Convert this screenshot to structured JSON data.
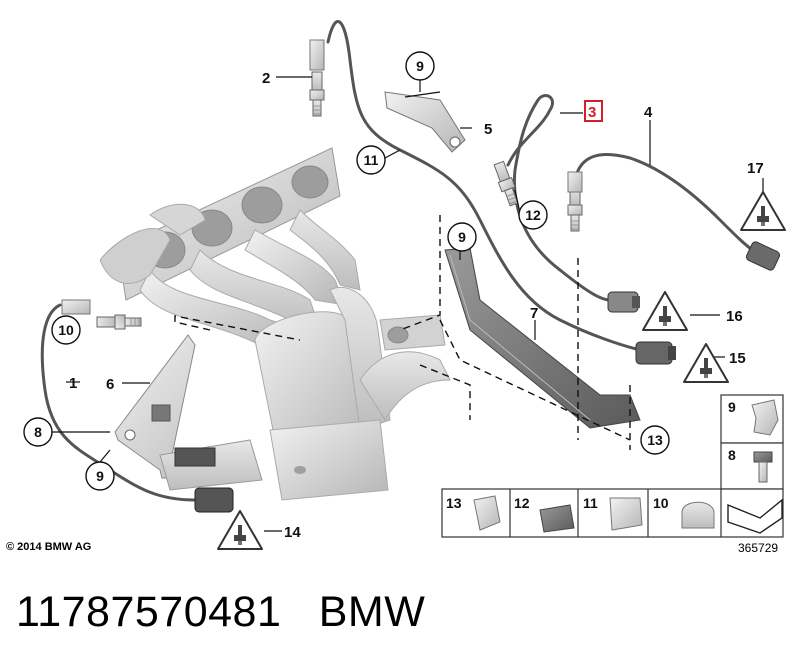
{
  "diagram": {
    "callouts": {
      "c1": "1",
      "c2": "2",
      "c3": "3",
      "c4": "4",
      "c5": "5",
      "c6": "6",
      "c7": "7",
      "c8": "8",
      "c9a": "9",
      "c9b": "9",
      "c9c": "9",
      "c10": "10",
      "c11": "11",
      "c12": "12",
      "c13": "13",
      "c14": "14",
      "c15": "15",
      "c16": "16",
      "c17": "17"
    },
    "legend": {
      "k9": "9",
      "k8": "8",
      "k13": "13",
      "k12": "12",
      "k11": "11",
      "k10": "10"
    },
    "highlight_color": "#d0202a",
    "copyright": "© 2014 BMW AG",
    "drawing_number": "365729"
  },
  "caption": {
    "part_number": "11787570481",
    "brand": "BMW"
  }
}
